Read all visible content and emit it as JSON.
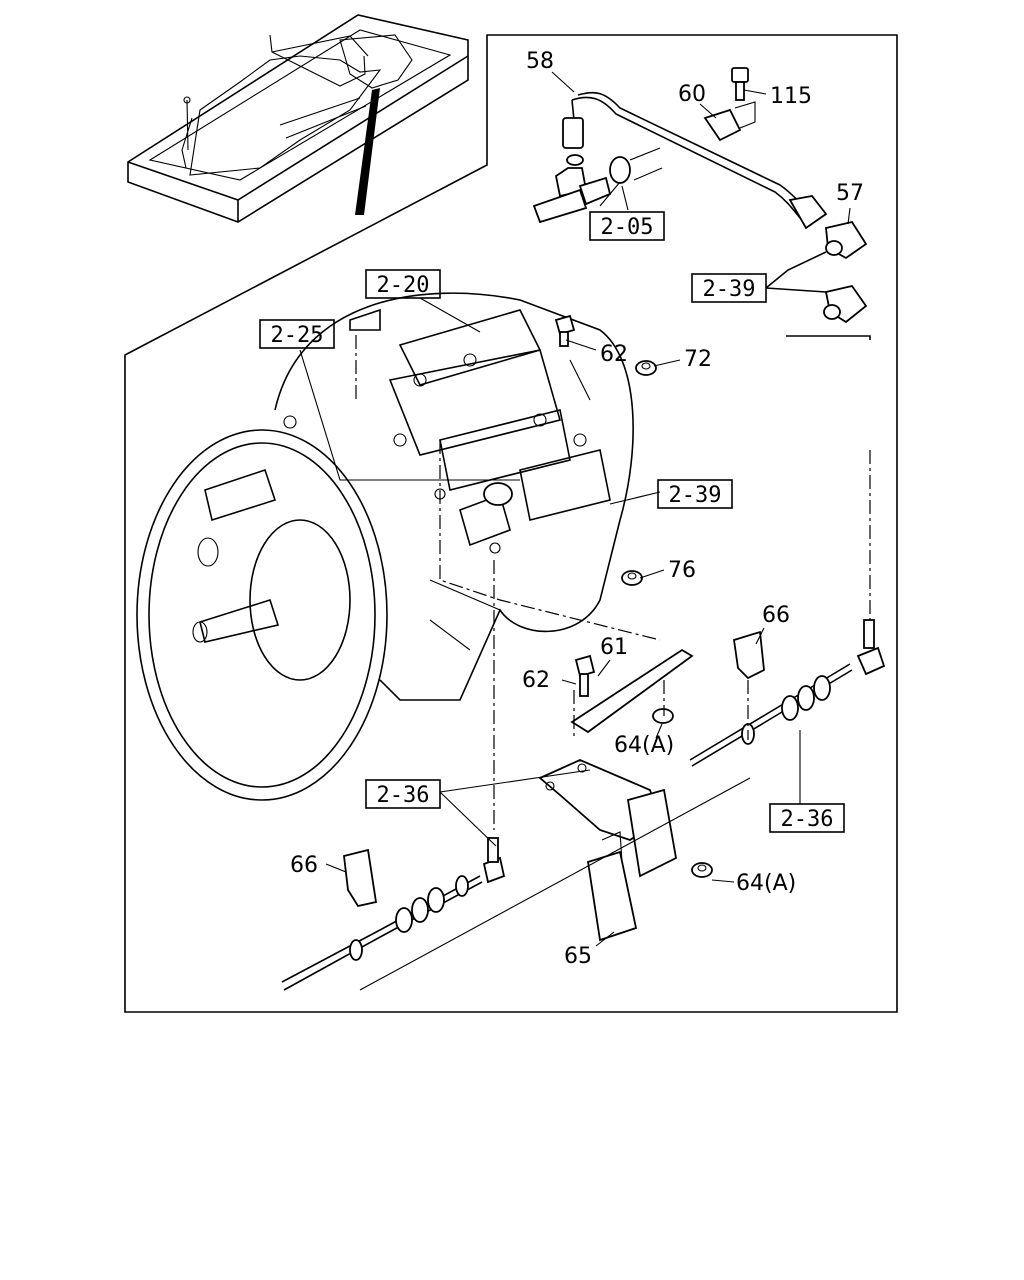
{
  "callouts": {
    "c58": "58",
    "c60": "60",
    "c115": "115",
    "c57": "57",
    "c62a": "62",
    "c72": "72",
    "c76": "76",
    "c61": "61",
    "c62b": "62",
    "c64a": "64(A)",
    "c64b": "64(A)",
    "c66a": "66",
    "c66b": "66",
    "c65": "65"
  },
  "refs": {
    "r205": "2-05",
    "r220": "2-20",
    "r225": "2-25",
    "r239a": "2-39",
    "r239b": "2-39",
    "r236a": "2-36",
    "r236b": "2-36"
  }
}
